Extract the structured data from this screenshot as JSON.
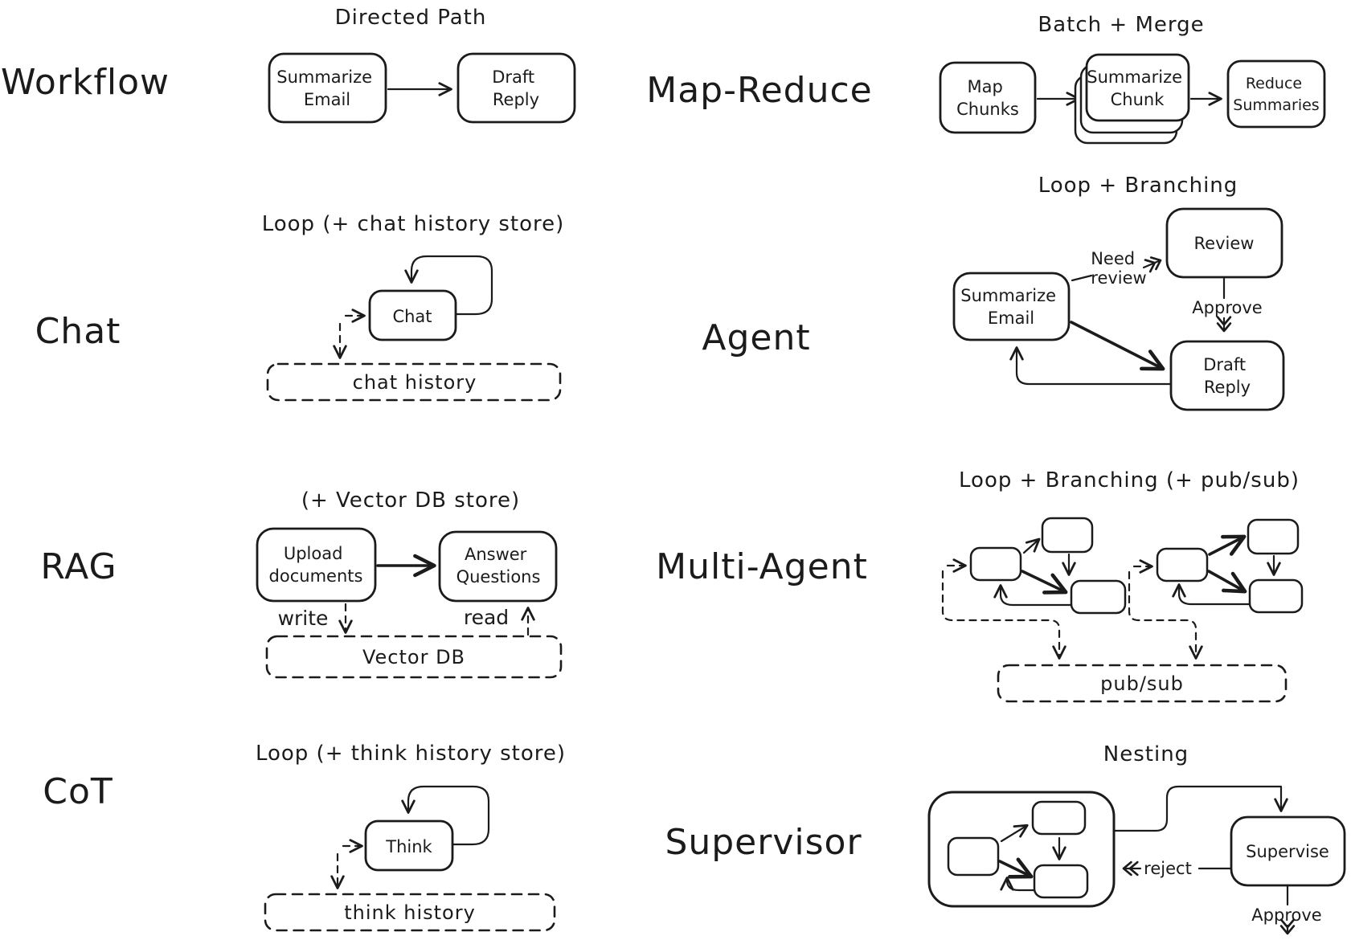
{
  "colors": {
    "ink": "#1b1b1b",
    "background": "#ffffff"
  },
  "sections": {
    "workflow": {
      "label": "Workflow",
      "title": "Directed Path",
      "nodes": {
        "summarize_email": {
          "line1": "Summarize",
          "line2": "Email"
        },
        "draft_reply": {
          "line1": "Draft",
          "line2": "Reply"
        }
      }
    },
    "map_reduce": {
      "label": "Map-Reduce",
      "title": "Batch + Merge",
      "nodes": {
        "map_chunks": {
          "line1": "Map",
          "line2": "Chunks"
        },
        "summarize_chunk": {
          "line1": "Summarize",
          "line2": "Chunk"
        },
        "reduce_summaries": {
          "line1": "Reduce",
          "line2": "Summaries"
        }
      }
    },
    "chat": {
      "label": "Chat",
      "title": "Loop (+ chat history store)",
      "nodes": {
        "chat": "Chat"
      },
      "store": "chat history"
    },
    "agent": {
      "label": "Agent",
      "title": "Loop + Branching",
      "nodes": {
        "summarize_email": {
          "line1": "Summarize",
          "line2": "Email"
        },
        "review": "Review",
        "draft_reply": {
          "line1": "Draft",
          "line2": "Reply"
        }
      },
      "edge_labels": {
        "need_review_line1": "Need",
        "need_review_line2": "review",
        "approve": "Approve"
      }
    },
    "rag": {
      "label": "RAG",
      "title": "(+ Vector DB store)",
      "nodes": {
        "upload_documents": {
          "line1": "Upload",
          "line2": "documents"
        },
        "answer_questions": {
          "line1": "Answer",
          "line2": "Questions"
        }
      },
      "edge_labels": {
        "write": "write",
        "read": "read"
      },
      "store": "Vector DB"
    },
    "multi_agent": {
      "label": "Multi-Agent",
      "title": "Loop + Branching (+ pub/sub)",
      "store": "pub/sub"
    },
    "cot": {
      "label": "CoT",
      "title": "Loop (+ think history store)",
      "nodes": {
        "think": "Think"
      },
      "store": "think history"
    },
    "supervisor": {
      "label": "Supervisor",
      "title": "Nesting",
      "nodes": {
        "supervise": "Supervise"
      },
      "edge_labels": {
        "reject": "reject",
        "approve": "Approve"
      }
    }
  }
}
